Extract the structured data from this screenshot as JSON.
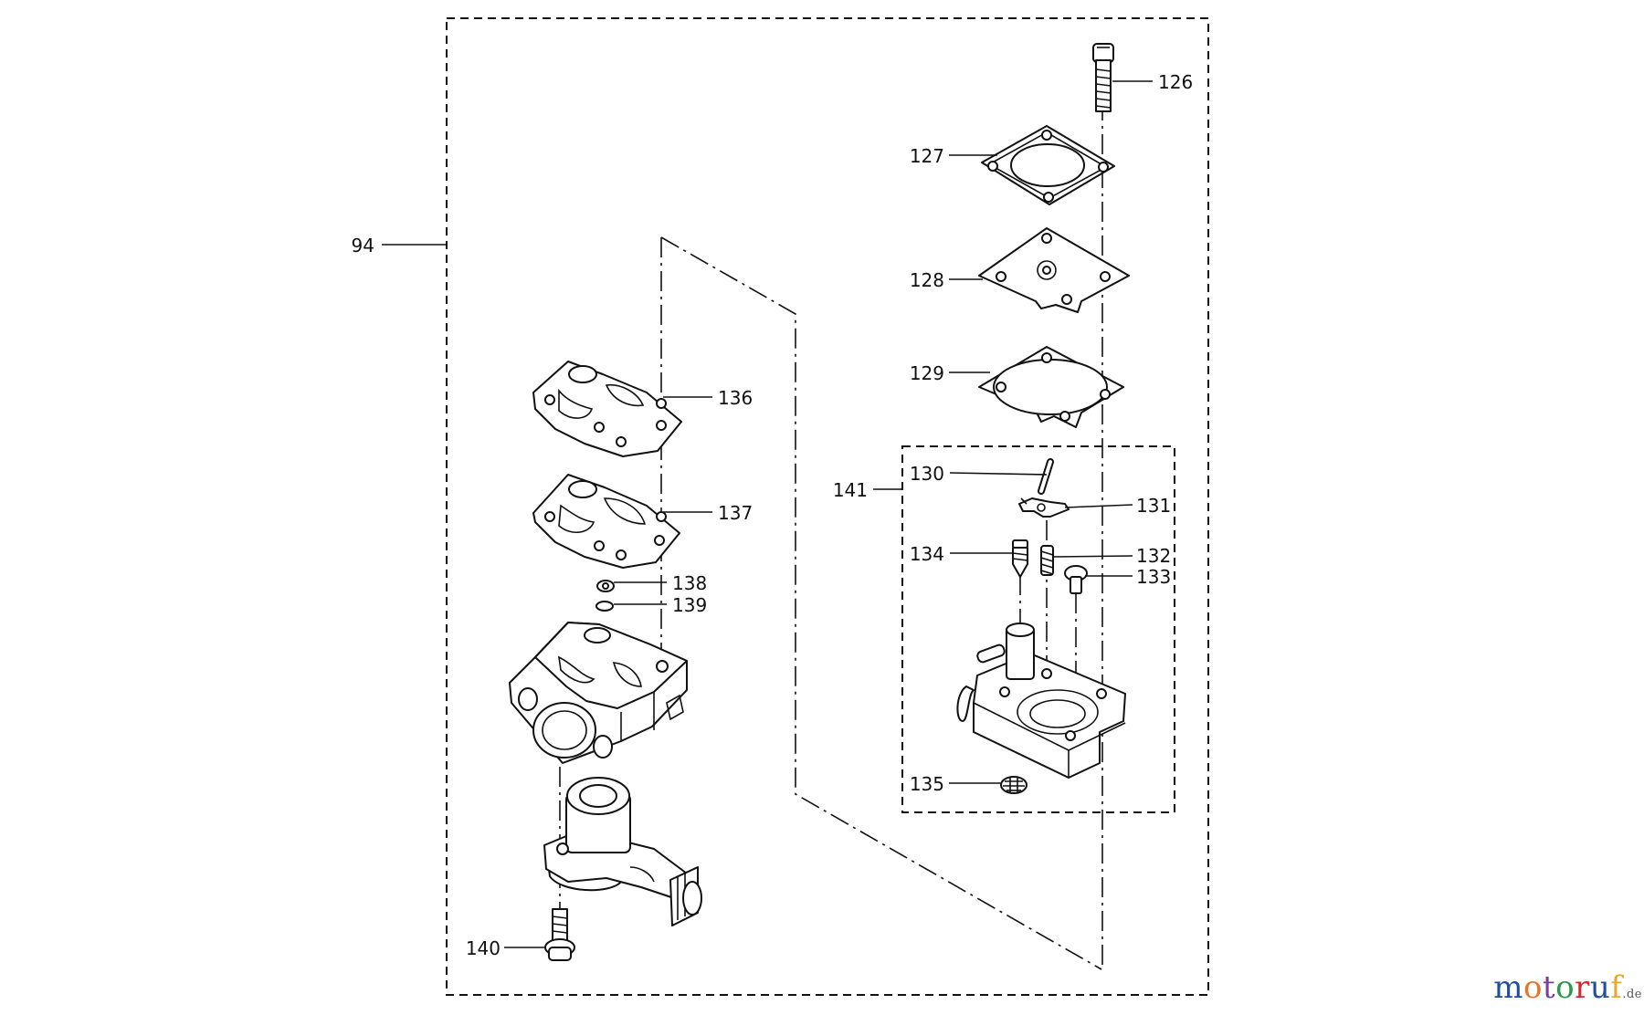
{
  "diagram": {
    "labels": [
      {
        "id": "94",
        "text": "94"
      },
      {
        "id": "126",
        "text": "126"
      },
      {
        "id": "127",
        "text": "127"
      },
      {
        "id": "128",
        "text": "128"
      },
      {
        "id": "129",
        "text": "129"
      },
      {
        "id": "130",
        "text": "130"
      },
      {
        "id": "131",
        "text": "131"
      },
      {
        "id": "132",
        "text": "132"
      },
      {
        "id": "133",
        "text": "133"
      },
      {
        "id": "134",
        "text": "134"
      },
      {
        "id": "135",
        "text": "135"
      },
      {
        "id": "136",
        "text": "136"
      },
      {
        "id": "137",
        "text": "137"
      },
      {
        "id": "138",
        "text": "138"
      },
      {
        "id": "139",
        "text": "139"
      },
      {
        "id": "140",
        "text": "140"
      },
      {
        "id": "141",
        "text": "141"
      }
    ]
  },
  "watermark": {
    "letters": [
      "m",
      "o",
      "t",
      "o",
      "r",
      "u",
      "f"
    ],
    "letter_colors": [
      "#1f4e9c",
      "#e8742a",
      "#7a3f98",
      "#2a9a4a",
      "#d32a2a",
      "#1f4e9c",
      "#e8a92a"
    ],
    "suffix": ".de"
  }
}
